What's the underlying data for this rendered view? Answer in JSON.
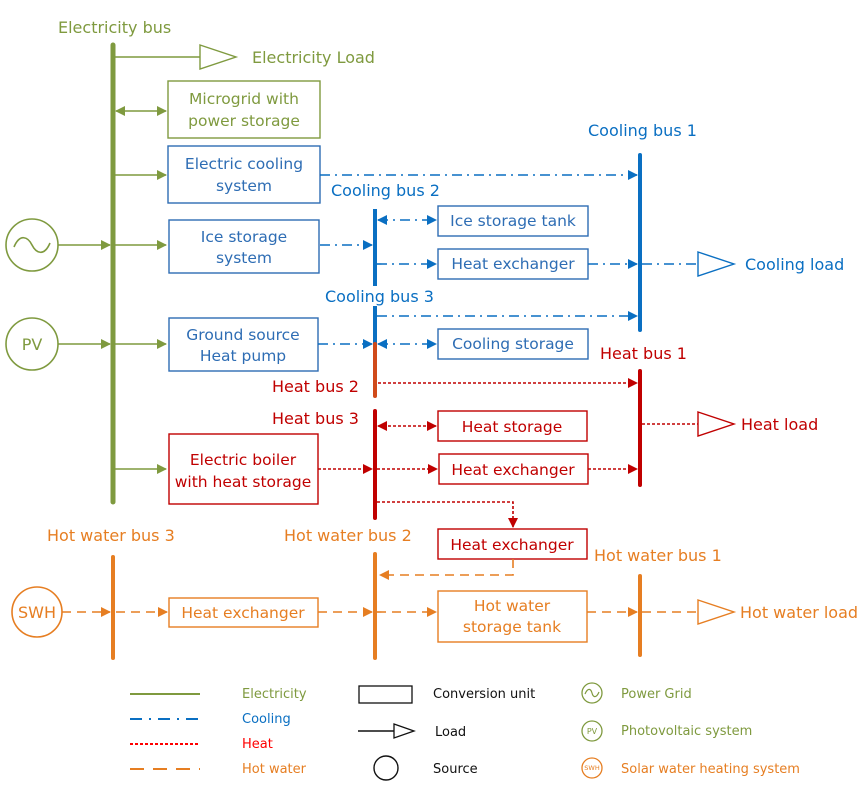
{
  "colors": {
    "electricity": "#7F9A3F",
    "cooling": "#0A6FC2",
    "cooling_box": "#2E6DB4",
    "heat": "#C00000",
    "hot_water": "#E67E22",
    "legend_heat": "#FF0000",
    "black": "#111111"
  },
  "buses": {
    "electricity": "Electricity bus",
    "cooling1": "Cooling bus 1",
    "cooling2": "Cooling bus 2",
    "cooling3": "Cooling bus 3",
    "heat1": "Heat bus 1",
    "heat2": "Heat bus 2",
    "heat3": "Heat bus 3",
    "hotwater1": "Hot water bus 1",
    "hotwater2": "Hot water bus 2",
    "hotwater3": "Hot water bus 3"
  },
  "loads": {
    "electricity": "Electricity Load",
    "cooling": "Cooling load",
    "heat": "Heat load",
    "hot_water": "Hot water load"
  },
  "sources": {
    "pv": "PV",
    "swh": "SWH"
  },
  "units": {
    "microgrid": [
      "Microgrid with",
      "power storage"
    ],
    "electric_cooling": [
      "Electric cooling",
      "system"
    ],
    "ice_storage_system": [
      "Ice storage",
      "system"
    ],
    "ground_source": [
      "Ground source",
      "Heat pump"
    ],
    "electric_boiler": [
      "Electric boiler",
      "with heat storage"
    ],
    "ice_storage_tank": "Ice storage tank",
    "cooling_hx": "Heat exchanger",
    "cooling_storage": "Cooling storage",
    "heat_storage": "Heat storage",
    "heat_hx": "Heat exchanger",
    "heat_to_water_hx": "Heat exchanger",
    "hw_hx": "Heat exchanger",
    "hw_storage": [
      "Hot water",
      "storage tank"
    ]
  },
  "legend": {
    "lines": [
      "Electricity",
      "Cooling",
      "Heat",
      "Hot water"
    ],
    "shapes": [
      "Conversion unit",
      "Load",
      "Source"
    ],
    "sources": [
      "Power Grid",
      "Photovoltaic system",
      "Solar water heating system"
    ],
    "pv_small": "PV",
    "swh_small": "SWH"
  }
}
